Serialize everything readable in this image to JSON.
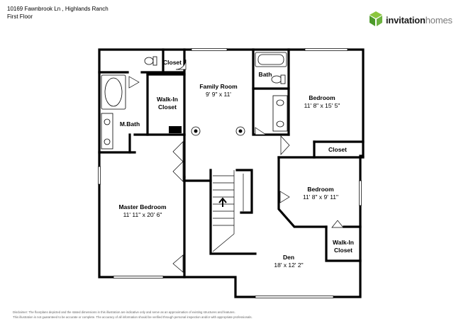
{
  "header": {
    "address": "10169 Fawnbrook Ln , Highlands Ranch",
    "floor": "First Floor"
  },
  "brand": {
    "name_part1": "invitation",
    "name_part2": "homes",
    "logo_icon": "invitation-homes-logo-icon",
    "logo_color": "#5aa832"
  },
  "rooms": {
    "closet_top": {
      "name": "Closet"
    },
    "family_room": {
      "name": "Family Room",
      "dims": "9' 9\" x 11'"
    },
    "bath": {
      "name": "Bath"
    },
    "bedroom_upper": {
      "name": "Bedroom",
      "dims": "11' 8\" x 15' 5\""
    },
    "walkin_closet_left": {
      "name": "Walk-In Closet"
    },
    "mbath": {
      "name": "M.Bath"
    },
    "closet_right": {
      "name": "Closet"
    },
    "bedroom_middle": {
      "name": "Bedroom",
      "dims": "11' 8\" x 9' 11\""
    },
    "master_bedroom": {
      "name": "Master Bedroom",
      "dims": "11' 11\" x 20' 6\""
    },
    "walkin_closet_right": {
      "name": "Walk-In Closet"
    },
    "den": {
      "name": "Den",
      "dims": "18' x 12' 2\""
    }
  },
  "disclaimer": {
    "line1": "Disclaimer: The floorplans depicted and the stated dimensions in this illustration are indicative only and serve as an approximation of existing structures and features.",
    "line2": "This illustration is not guaranteed to be accurate or complete. The accuracy of all information should be verified through personal inspection and/or with appropriate professionals."
  }
}
